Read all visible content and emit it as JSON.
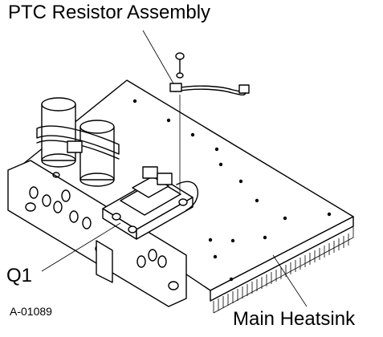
{
  "labels": {
    "ptc_resistor_assembly": "PTC Resistor Assembly",
    "q1": "Q1",
    "main_heatsink": "Main Heatsink",
    "figure_id": "A-01089"
  },
  "colors": {
    "line": "#000000",
    "background": "#ffffff"
  }
}
